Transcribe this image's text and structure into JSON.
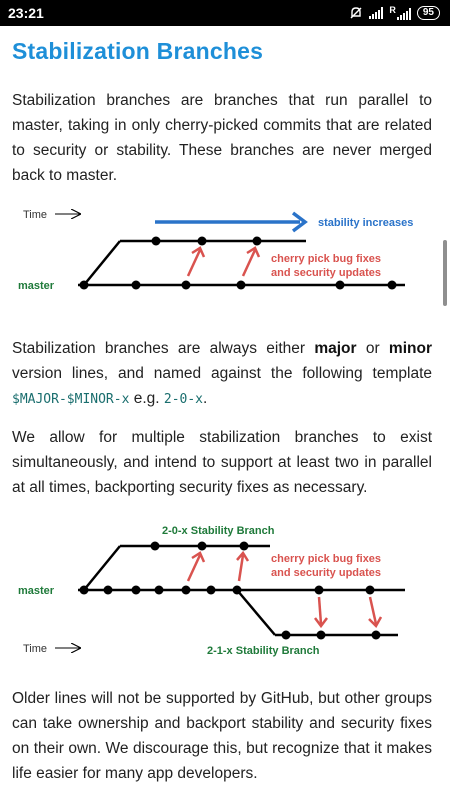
{
  "status_bar": {
    "time": "23:21",
    "icons": [
      "do-not-disturb-icon",
      "signal-icon",
      "roaming-signal-icon",
      "signal-icon",
      "battery-icon"
    ],
    "roaming_label": "R",
    "battery": "95"
  },
  "article": {
    "title": "Stabilization Branches",
    "para1": "Stabilization branches are branches that run parallel to master, taking in only cherry-picked commits that are related to security or stability. These branches are never merged back to master.",
    "para2": {
      "t1": "Stabilization branches are always either ",
      "major": "major",
      "t2": " or ",
      "minor": "minor",
      "t3": " version lines, and named against the following template ",
      "template": "$MAJOR-$MINOR-x",
      "t4": " e.g. ",
      "example": "2-0-x",
      "t5": "."
    },
    "para3": "We allow for multiple stabilization branches to exist simultaneously, and intend to support at least two in parallel at all times, backporting security fixes as necessary.",
    "para4": "Older lines will not be supported by GitHub, but other groups can take ownership and backport stability and security fixes on their own. We discourage this, but recognize that it makes life easier for many app developers."
  },
  "diagram1": {
    "time_label": "Time",
    "stability_label": "stability increases",
    "cherry_line1": "cherry pick bug fixes",
    "cherry_line2": "and security updates",
    "master_label": "master"
  },
  "diagram2": {
    "branch_a_label": "2-0-x Stability Branch",
    "cherry_line1": "cherry pick bug fixes",
    "cherry_line2": "and security updates",
    "master_label": "master",
    "time_label": "Time",
    "branch_b_label": "2-1-x Stability Branch"
  },
  "colors": {
    "title": "#1e8fd8",
    "blue_arrow": "#2a73c9",
    "red_arrow": "#d9534f",
    "green_label": "#1f7a3a",
    "line": "#000000"
  }
}
